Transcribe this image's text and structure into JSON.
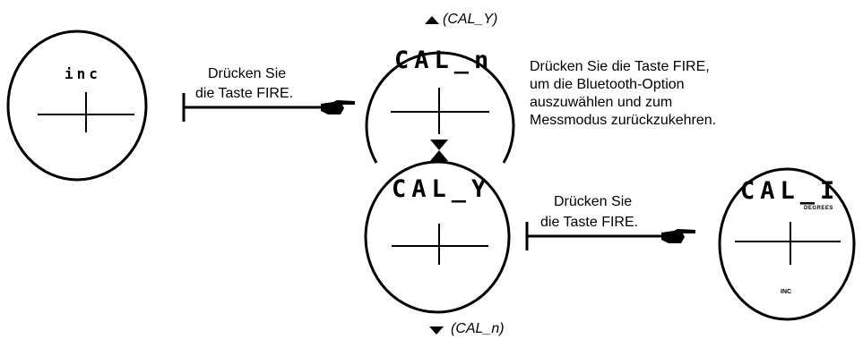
{
  "diagram": {
    "screens": {
      "inc": {
        "display": "inc"
      },
      "cal_n": {
        "display": "CAL_n"
      },
      "cal_y": {
        "display": "CAL_Y"
      },
      "cal_1": {
        "display": "CAL_I",
        "unit": "DEGREES",
        "mode": "INC"
      }
    },
    "nav": {
      "up": "(CAL_Y)",
      "down": "(CAL_n)"
    },
    "labels": {
      "press_fire_1_line1": "Drücken Sie",
      "press_fire_1_line2": "die Taste FIRE.",
      "press_fire_2_line1": "Drücken Sie",
      "press_fire_2_line2": "die Taste FIRE.",
      "bt_note_line1": "Drücken Sie die Taste FIRE,",
      "bt_note_line2": "um die Bluetooth-Option",
      "bt_note_line3": "auszuwählen und zum",
      "bt_note_line4": "Messmodus zurückzukehren."
    },
    "icons": [
      "pointing-hand-icon",
      "triangle-up-icon",
      "triangle-down-icon",
      "hourglass-arrows-icon"
    ]
  }
}
